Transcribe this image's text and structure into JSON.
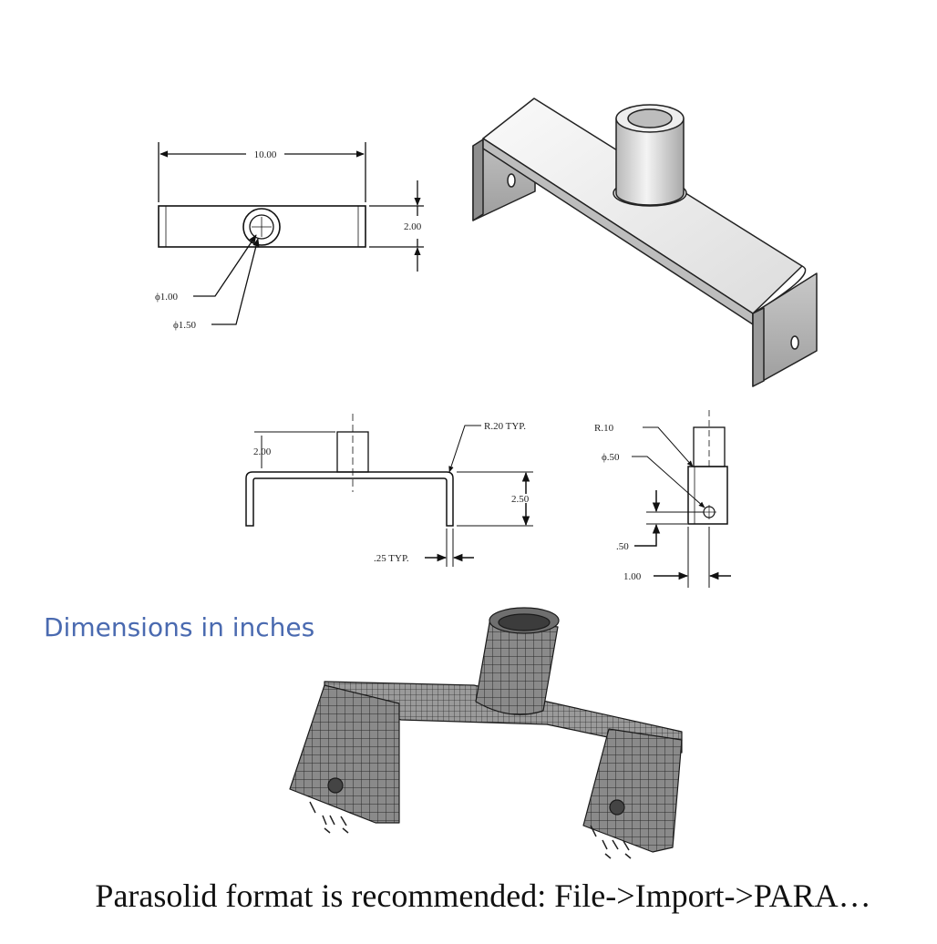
{
  "top_view": {
    "length": "10.00",
    "width": "2.00",
    "inner_dia": "ϕ1.00",
    "outer_dia": "ϕ1.50"
  },
  "front_view": {
    "tube_height": "2.00",
    "bend_radius": "R.20 TYP.",
    "leg_height": "2.50",
    "thickness": ".25 TYP."
  },
  "side_view": {
    "radius": "R.10",
    "hole_dia": "ϕ.50",
    "hole_offset": ".50",
    "width": "1.00"
  },
  "caption": "Dimensions in inches",
  "footer": "Parasolid format is recommended: File->Import->PARA…"
}
